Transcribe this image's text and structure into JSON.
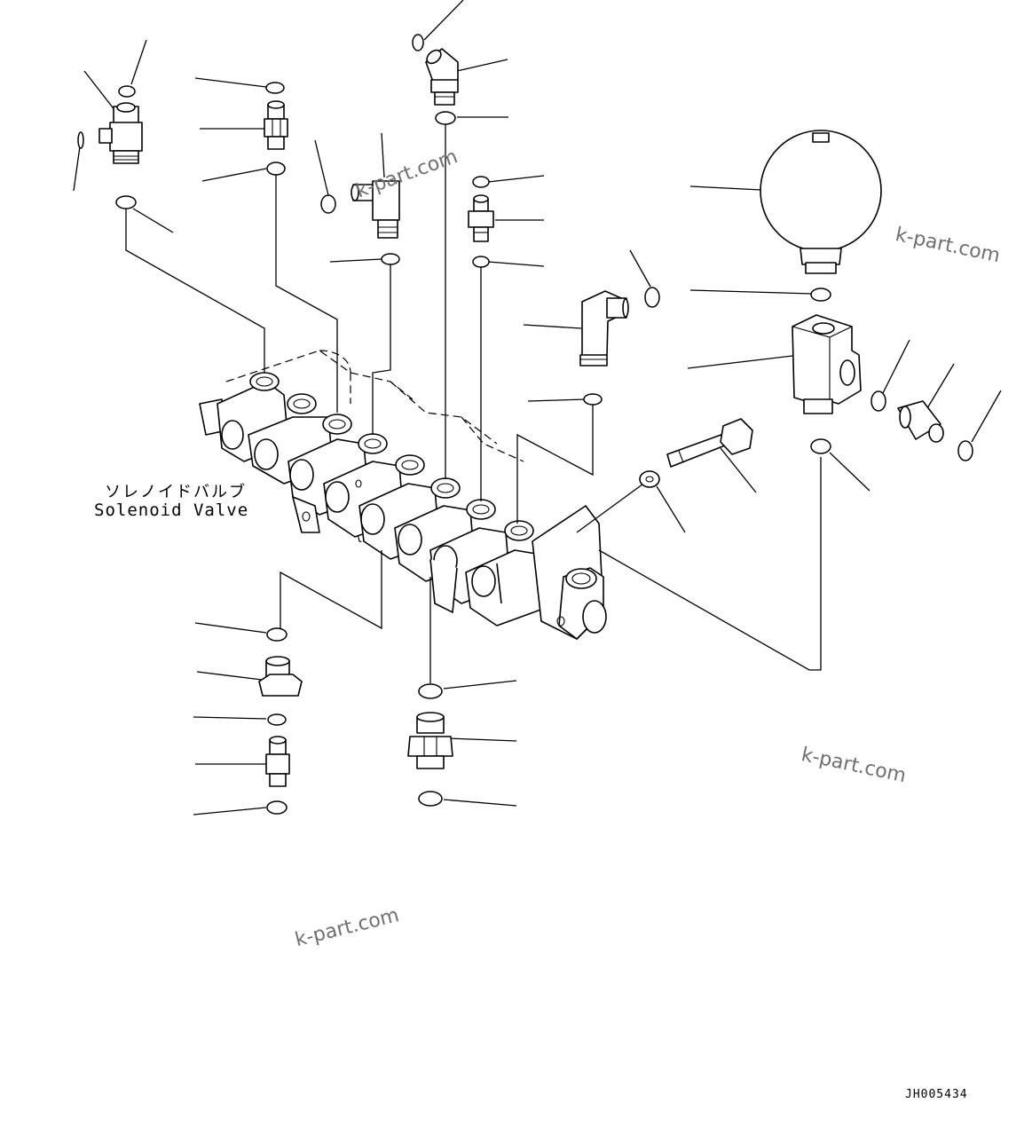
{
  "diagram": {
    "label_jp": "ソレノイドバルブ",
    "label_en": "Solenoid Valve",
    "drawing_code": "JH005434"
  },
  "watermarks": [
    "k-part.com",
    "k-part.com",
    "k-part.com",
    "k-part.com"
  ]
}
